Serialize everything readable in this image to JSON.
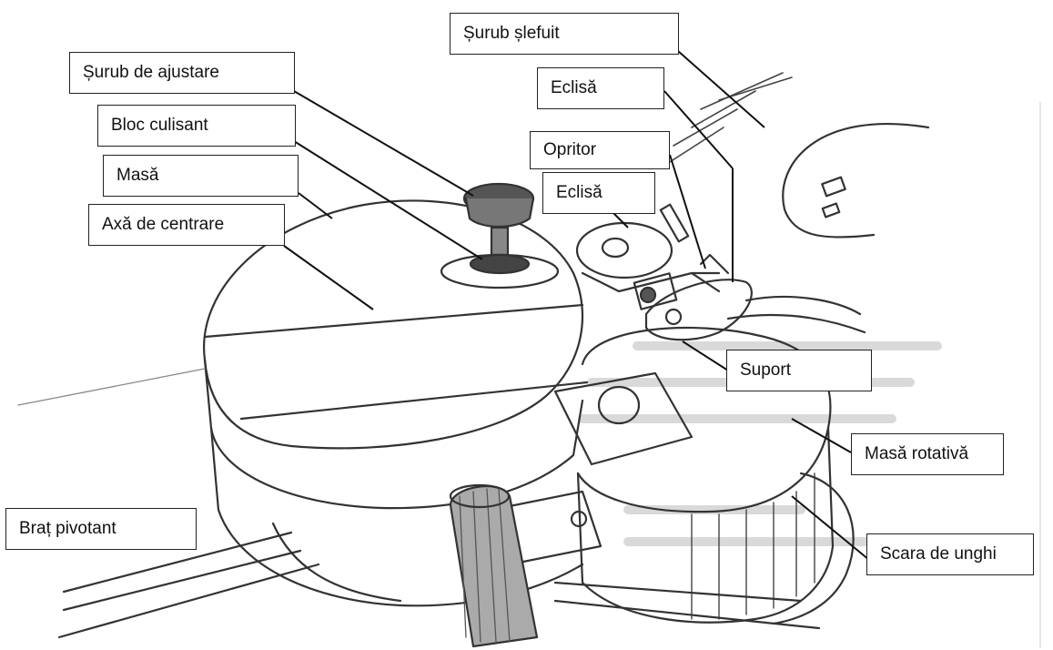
{
  "diagram": {
    "labels": [
      {
        "id": "surub-slefuit",
        "text": "Șurub șlefuit"
      },
      {
        "id": "surub-de-ajustare",
        "text": "Șurub de ajustare"
      },
      {
        "id": "eclisa-sus",
        "text": "Eclisă"
      },
      {
        "id": "bloc-culisant",
        "text": "Bloc culisant"
      },
      {
        "id": "opritor",
        "text": "Opritor"
      },
      {
        "id": "masa",
        "text": "Masă"
      },
      {
        "id": "eclisa-jos",
        "text": "Eclisă"
      },
      {
        "id": "axa-de-centrare",
        "text": "Axă de centrare"
      },
      {
        "id": "suport",
        "text": "Suport"
      },
      {
        "id": "masa-rotativa",
        "text": "Masă rotativă"
      },
      {
        "id": "brat-pivotant",
        "text": "Braț pivotant"
      },
      {
        "id": "scara-de-unghi",
        "text": "Scara de unghi"
      }
    ],
    "colors": {
      "ink": "#222222",
      "paper": "#ffffff",
      "shade": "#cfcfcf"
    }
  }
}
